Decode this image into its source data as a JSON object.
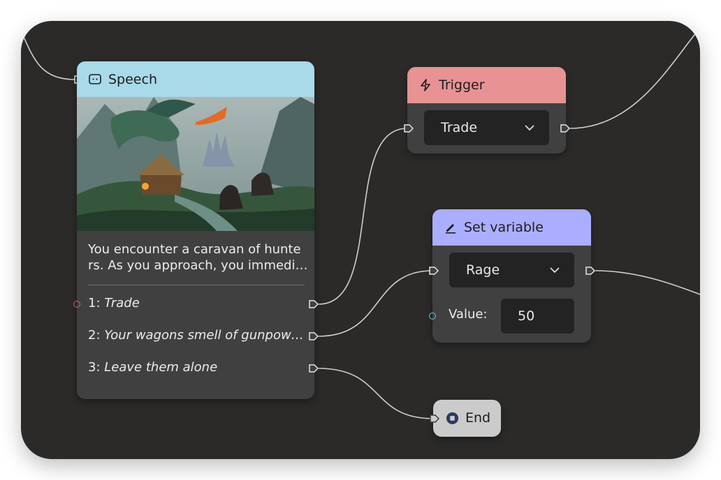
{
  "speech": {
    "title": "Speech",
    "icon": "speech-bubble-icon",
    "header_color": "#a8dae9",
    "image_alt": "dragon-fantasy-illustration",
    "text_line1": "You encounter a caravan of hunte",
    "text_line2": "rs. As you approach, you immedi…",
    "choices": [
      {
        "num": "1:",
        "label": "Trade"
      },
      {
        "num": "2:",
        "label": "Your wagons smell of gunpow…"
      },
      {
        "num": "3:",
        "label": "Leave them alone"
      }
    ]
  },
  "trigger": {
    "title": "Trigger",
    "icon": "lightning-icon",
    "header_color": "#e89294",
    "selected": "Trade"
  },
  "set_variable": {
    "title": "Set variable",
    "icon": "pencil-icon",
    "header_color": "#abaeff",
    "variable": "Rage",
    "value_label": "Value:",
    "value": "50"
  },
  "end": {
    "label": "End",
    "icon": "stop-circle-icon"
  },
  "colors": {
    "canvas": "#2b2a29",
    "node": "#404040",
    "wire": "#d0d0d0",
    "red_port": "#e05a5a",
    "cyan_port": "#5cc8dc"
  }
}
